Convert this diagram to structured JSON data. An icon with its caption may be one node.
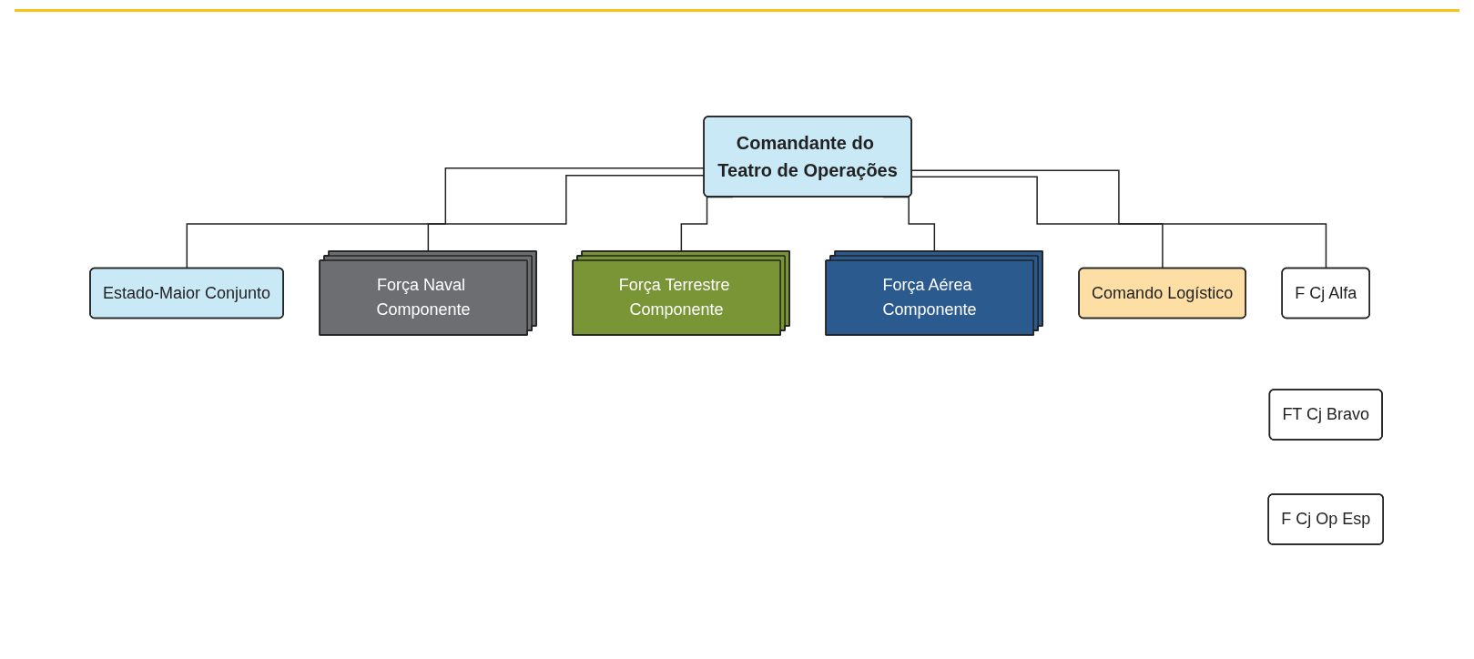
{
  "diagram": {
    "nodes": [
      {
        "text": [
          "Comandante do Teatro de Operações"
        ]
      },
      {
        "text": [
          "Estado-Maior Conjunto"
        ]
      },
      {
        "text": [
          "Força Naval Componente"
        ]
      },
      {
        "text": [
          "Força Terrestre Componente"
        ]
      },
      {
        "text": [
          "Força Aérea Componente"
        ]
      },
      {
        "text": [
          "Comando Logístico"
        ]
      },
      {
        "text": [
          "F Cj Alfa"
        ]
      },
      {
        "text": [
          "FT Cj Bravo"
        ]
      },
      {
        "text": [
          "F Cj Op Esp"
        ]
      }
    ],
    "edges": [
      {
        "from": 0,
        "to": 1,
        "arrow": "none"
      },
      {
        "from": 0,
        "to": 2,
        "arrow": "none"
      },
      {
        "from": 0,
        "to": 3,
        "arrow": "none"
      },
      {
        "from": 0,
        "to": 4,
        "arrow": "none"
      },
      {
        "from": 0,
        "to": 5,
        "arrow": "none"
      },
      {
        "from": 0,
        "to": 6,
        "arrow": "none"
      }
    ]
  }
}
